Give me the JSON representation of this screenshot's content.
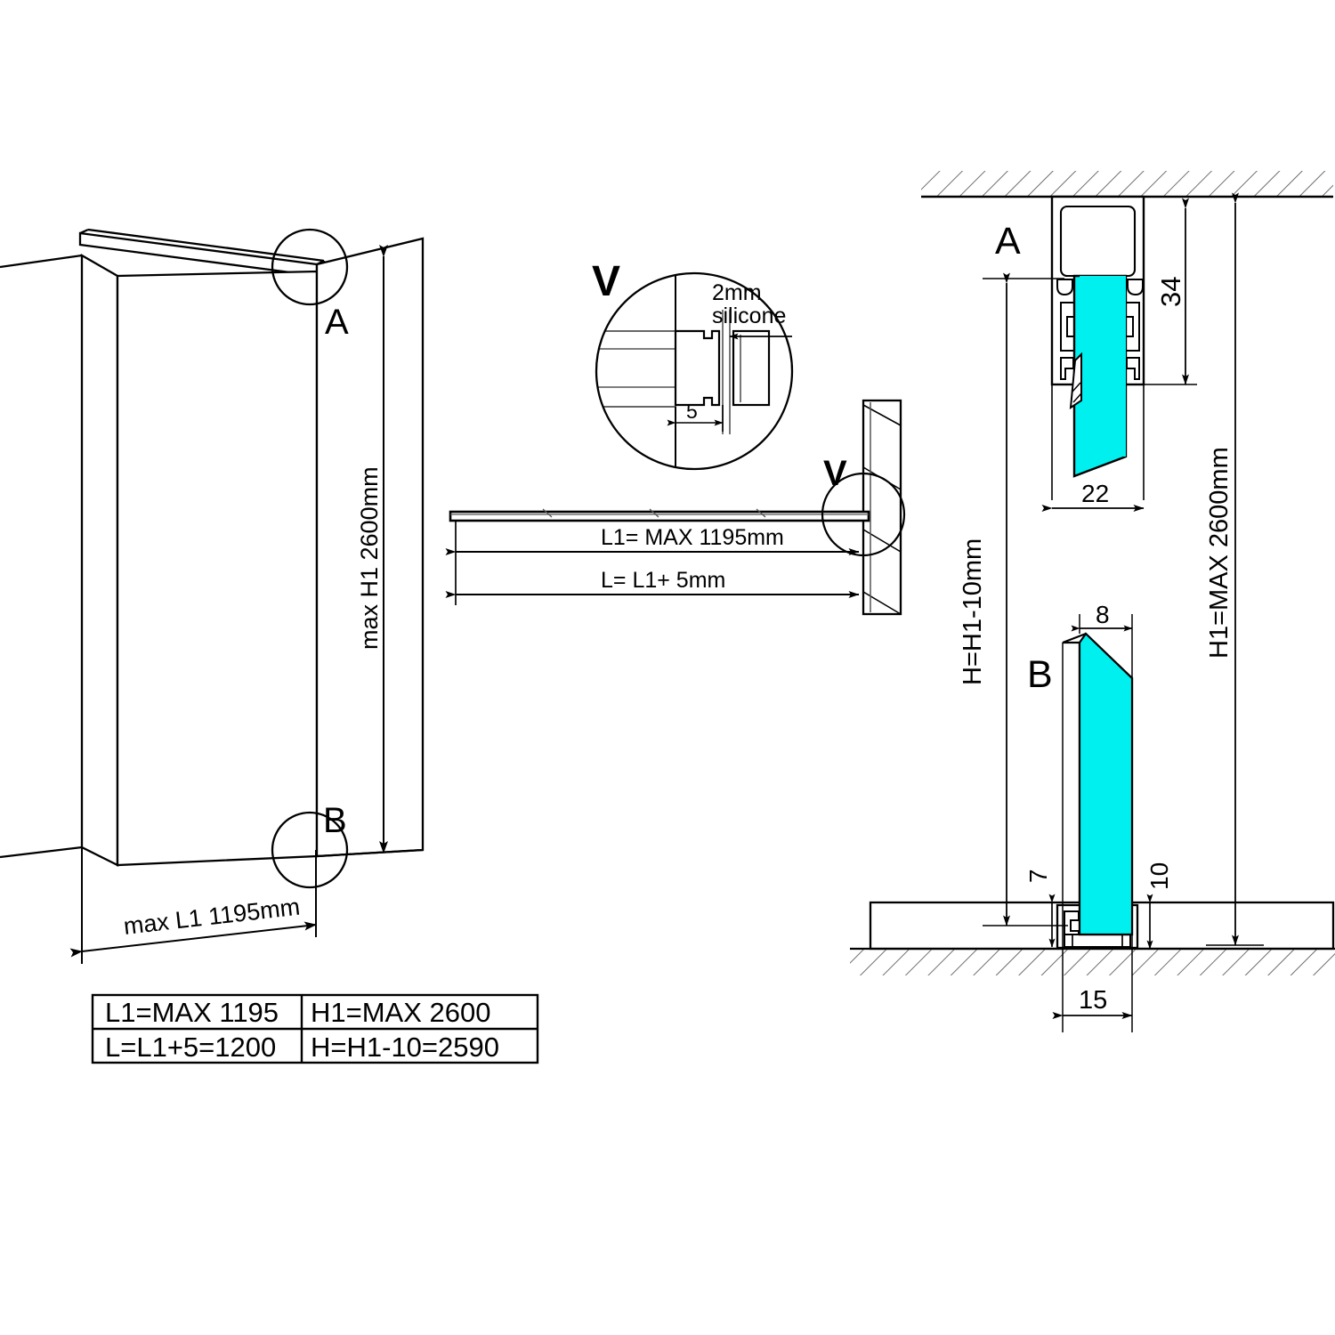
{
  "drawing": {
    "title": "Glass partition installation drawing",
    "glass_color": "#00F0F0",
    "line_color": "#1a1a1a"
  },
  "iso_view": {
    "name": "isometric-view",
    "detail_marker_top": "A",
    "detail_marker_bottom": "B",
    "height_dim": "max H1 2600mm",
    "length_dim": "max L1 1195mm"
  },
  "plan_view": {
    "name": "plan-view",
    "detail_marker": "V",
    "dim_l1": "L1= MAX 1195mm",
    "dim_l": "L= L1+ 5mm"
  },
  "detail_v": {
    "name": "detail-v-circle",
    "marker": "V",
    "silicone_label_line1": "2mm",
    "silicone_label_line2": "silicone",
    "gap_dim": "5"
  },
  "section_a": {
    "name": "section-a",
    "marker": "A",
    "profile_height": "34",
    "profile_width": "22",
    "dim_h": "H=H1-10mm",
    "dim_h1": "H1=MAX 2600mm"
  },
  "section_b": {
    "name": "section-b",
    "marker": "B",
    "glass_thickness": "8",
    "dim_left": "7",
    "dim_right": "10",
    "profile_width": "15"
  },
  "table": {
    "name": "dimension-table",
    "rows": [
      {
        "left": "L1=MAX 1195",
        "right": "H1=MAX 2600"
      },
      {
        "left": "L=L1+5=1200",
        "right": "H=H1-10=2590"
      }
    ]
  }
}
